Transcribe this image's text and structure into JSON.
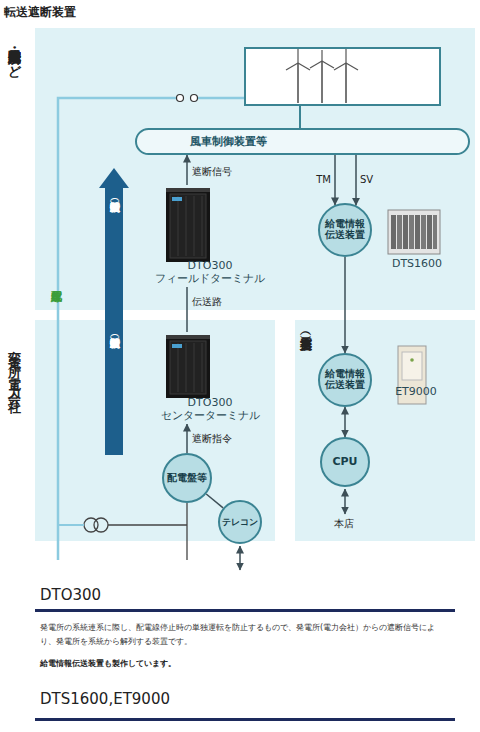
{
  "diagram": {
    "title": "転送遮断装置",
    "nodes": [
      {
        "text": [
          "風力発電所・太陽光発電所など"
        ]
      },
      {
        "text": [
          "風車制御装置等"
        ],
        "in": 0
      },
      {
        "text": [
          "DTO300 フィールドターミナル"
        ],
        "in": 0
      },
      {
        "text": [
          "給電情報伝送装置"
        ],
        "in": 0
      },
      {
        "text": [
          "DTS1600"
        ],
        "in": 0
      },
      {
        "text": [
          "変電所（電力会社）"
        ]
      },
      {
        "text": [
          "DTO300 センターターミナル"
        ],
        "in": 5
      },
      {
        "text": [
          "配電盤等"
        ],
        "in": 5
      },
      {
        "text": [
          "テレコン"
        ],
        "in": 5
      },
      {
        "text": [
          "支店（電力会社）"
        ]
      },
      {
        "text": [
          "給電情報伝送装置"
        ],
        "in": 9
      },
      {
        "text": [
          "ET9000"
        ],
        "in": 9
      },
      {
        "text": [
          "CPU"
        ],
        "in": 9
      }
    ],
    "edges": [
      {
        "from": 2,
        "to": 1,
        "arrow": "to",
        "label": "遮断信号"
      },
      {
        "from": 6,
        "to": 2,
        "arrow": "none",
        "label": "伝送路"
      },
      {
        "from": 7,
        "to": 6,
        "arrow": "to",
        "label": "遮断指令"
      },
      {
        "from": 7,
        "to": 8,
        "arrow": "none"
      },
      {
        "from": 1,
        "to": 3,
        "arrow": "to",
        "label": "TM"
      },
      {
        "from": 1,
        "to": 3,
        "arrow": "to",
        "label": "SV"
      },
      {
        "from": 3,
        "to": 10,
        "arrow": "to"
      },
      {
        "from": 10,
        "to": 12,
        "arrow": "both"
      }
    ],
    "labels": [
      "転送遮断装置（受信）",
      "転送遮断装置（送信）",
      "配電線",
      "本店",
      "DTO300",
      "発電所の系統連系に際し、配電線停止時の単独運転を防止するもので、発電所(電力会社）からの遮断信号により、発電所を系統から解列する装置です。",
      "給電情報伝送装置も製作しています。",
      "DTS1600,ET9000"
    ]
  }
}
